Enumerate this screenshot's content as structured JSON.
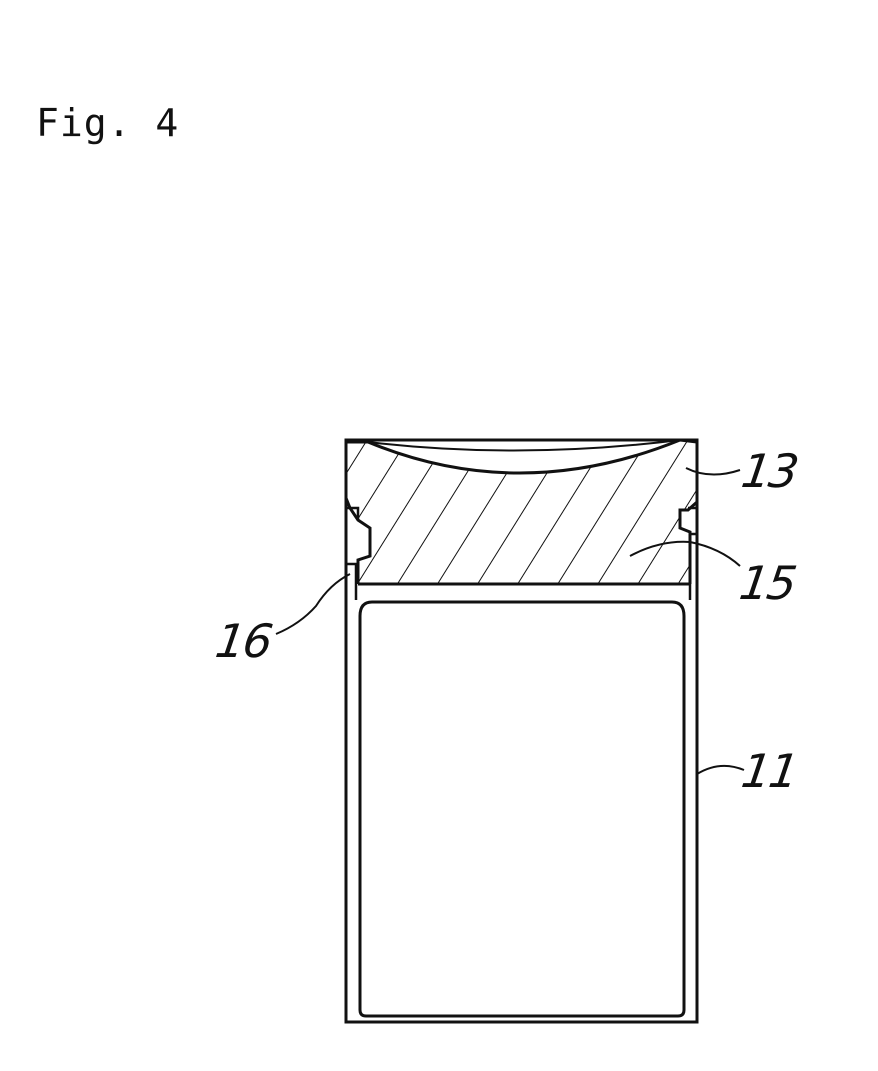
{
  "figure": {
    "title": "Fig. 4"
  },
  "labels": {
    "ref_13": "13",
    "ref_15": "15",
    "ref_16": "16",
    "ref_11": "11"
  },
  "colors": {
    "line": "#111111",
    "background": "#ffffff"
  }
}
